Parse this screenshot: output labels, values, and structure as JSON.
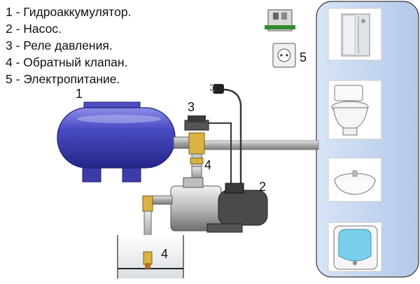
{
  "legend": [
    "1 - Гидроаккумулятор.",
    "2 - Насос.",
    "3 - Реле давления.",
    "4 - Обратный клапан.",
    "5 - Электропитание."
  ],
  "callouts": {
    "accumulator": "1",
    "pump": "2",
    "pressure_switch": "3",
    "check_valve_upper": "4",
    "check_valve_well": "4",
    "power_supply": "5"
  },
  "colors": {
    "tank": "#3d3fb8",
    "fixtures_panel": "#c3d5ef",
    "pipe": "#b8b8b8"
  }
}
